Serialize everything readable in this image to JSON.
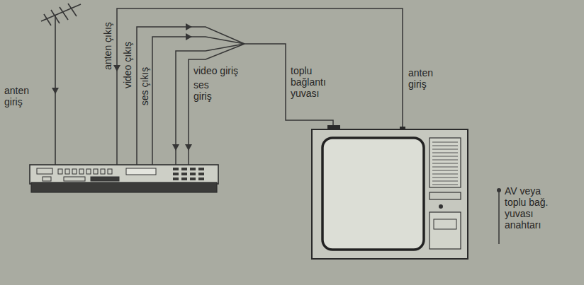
{
  "diagram": {
    "labels": [
      "anten çıkış",
      "video çıkış",
      "ses çıkış",
      "video giriş",
      "ses giriş",
      "toplu bağlantı yuvası",
      "anten giriş",
      "anten giriş",
      "AV veya toplu bağ. yuvası anahtarı"
    ]
  }
}
